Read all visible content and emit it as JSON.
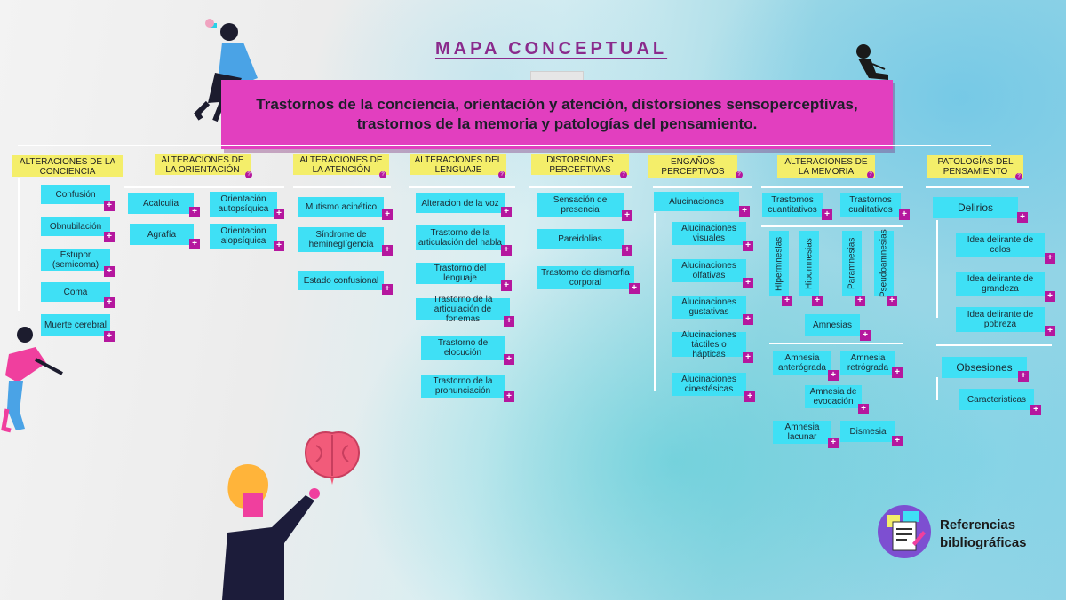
{
  "title": "MAPA CONCEPTUAL",
  "banner": "Trastornos de la conciencia, orientación y atención, distorsiones sensoperceptivas, trastornos de la memoria y patologías del pensamiento.",
  "plus": "+",
  "info": "?",
  "colors": {
    "banner": "#e23fbf",
    "header": "#f4ee6a",
    "box": "#3fe0f5",
    "plus": "#b5179e",
    "title": "#8a2a8c"
  },
  "columns": {
    "conciencia": {
      "header": "ALTERACIONES DE LA CONCIENCIA",
      "items": [
        "Confusión",
        "Obnubilación",
        "Estupor (semicoma)",
        "Coma",
        "Muerte cerebral"
      ]
    },
    "orientacion": {
      "header": "ALTERACIONES DE LA ORIENTACIÓN",
      "items": [
        "Acalculia",
        "Orientación autopsíquica",
        "Agrafía",
        "Orientacion alopsíquica"
      ]
    },
    "atencion": {
      "header": "ALTERACIONES DE LA ATENCIÓN",
      "items": [
        "Mutismo acinético",
        "Síndrome de hemineglígencia",
        "Estado confusional"
      ]
    },
    "lenguaje": {
      "header": "ALTERACIONES DEL LENGUAJE",
      "items": [
        "Alteracion de la voz",
        "Trastorno de la articulación del habla",
        "Trastorno del lenguaje",
        "Trastorno de la articulación de fonemas",
        "Trastorno de elocución",
        "Trastorno de la pronunciación"
      ]
    },
    "distorsiones": {
      "header": "DISTORSIONES PERCEPTIVAS",
      "items": [
        "Sensación de presencia",
        "Pareidolias",
        "Trastorno de dismorfia corporal"
      ]
    },
    "enganos": {
      "header": "ENGAÑOS PERCEPTIVOS",
      "items": [
        "Alucinaciones",
        "Alucinaciones visuales",
        "Alucinaciones olfativas",
        "Alucinaciones gustativas",
        "Alucinaciones táctiles o hápticas",
        "Alucinaciones cinestésicas"
      ]
    },
    "memoria": {
      "header": "ALTERACIONES DE LA MEMORIA",
      "items": [
        "Trastornos cuantitativos",
        "Trastornos cualitativos",
        "Hipermnesias",
        "Hipomnesias",
        "Paramnesias",
        "Pseudoamnesias",
        "Amnesias",
        "Amnesia anterógrada",
        "Amnesia retrógrada",
        "Amnesia de evocación",
        "Amnesia lacunar",
        "Dismesia"
      ]
    },
    "pensamiento": {
      "header": "PATOLOGÍAS DEL PENSAMIENTO",
      "items": [
        "Delirios",
        "Idea delirante de celos",
        "Idea delirante de grandeza",
        "Idea delirante de pobreza",
        "Obsesiones",
        "Caracteristicas"
      ]
    }
  },
  "references": "Referencias bibliográficas"
}
